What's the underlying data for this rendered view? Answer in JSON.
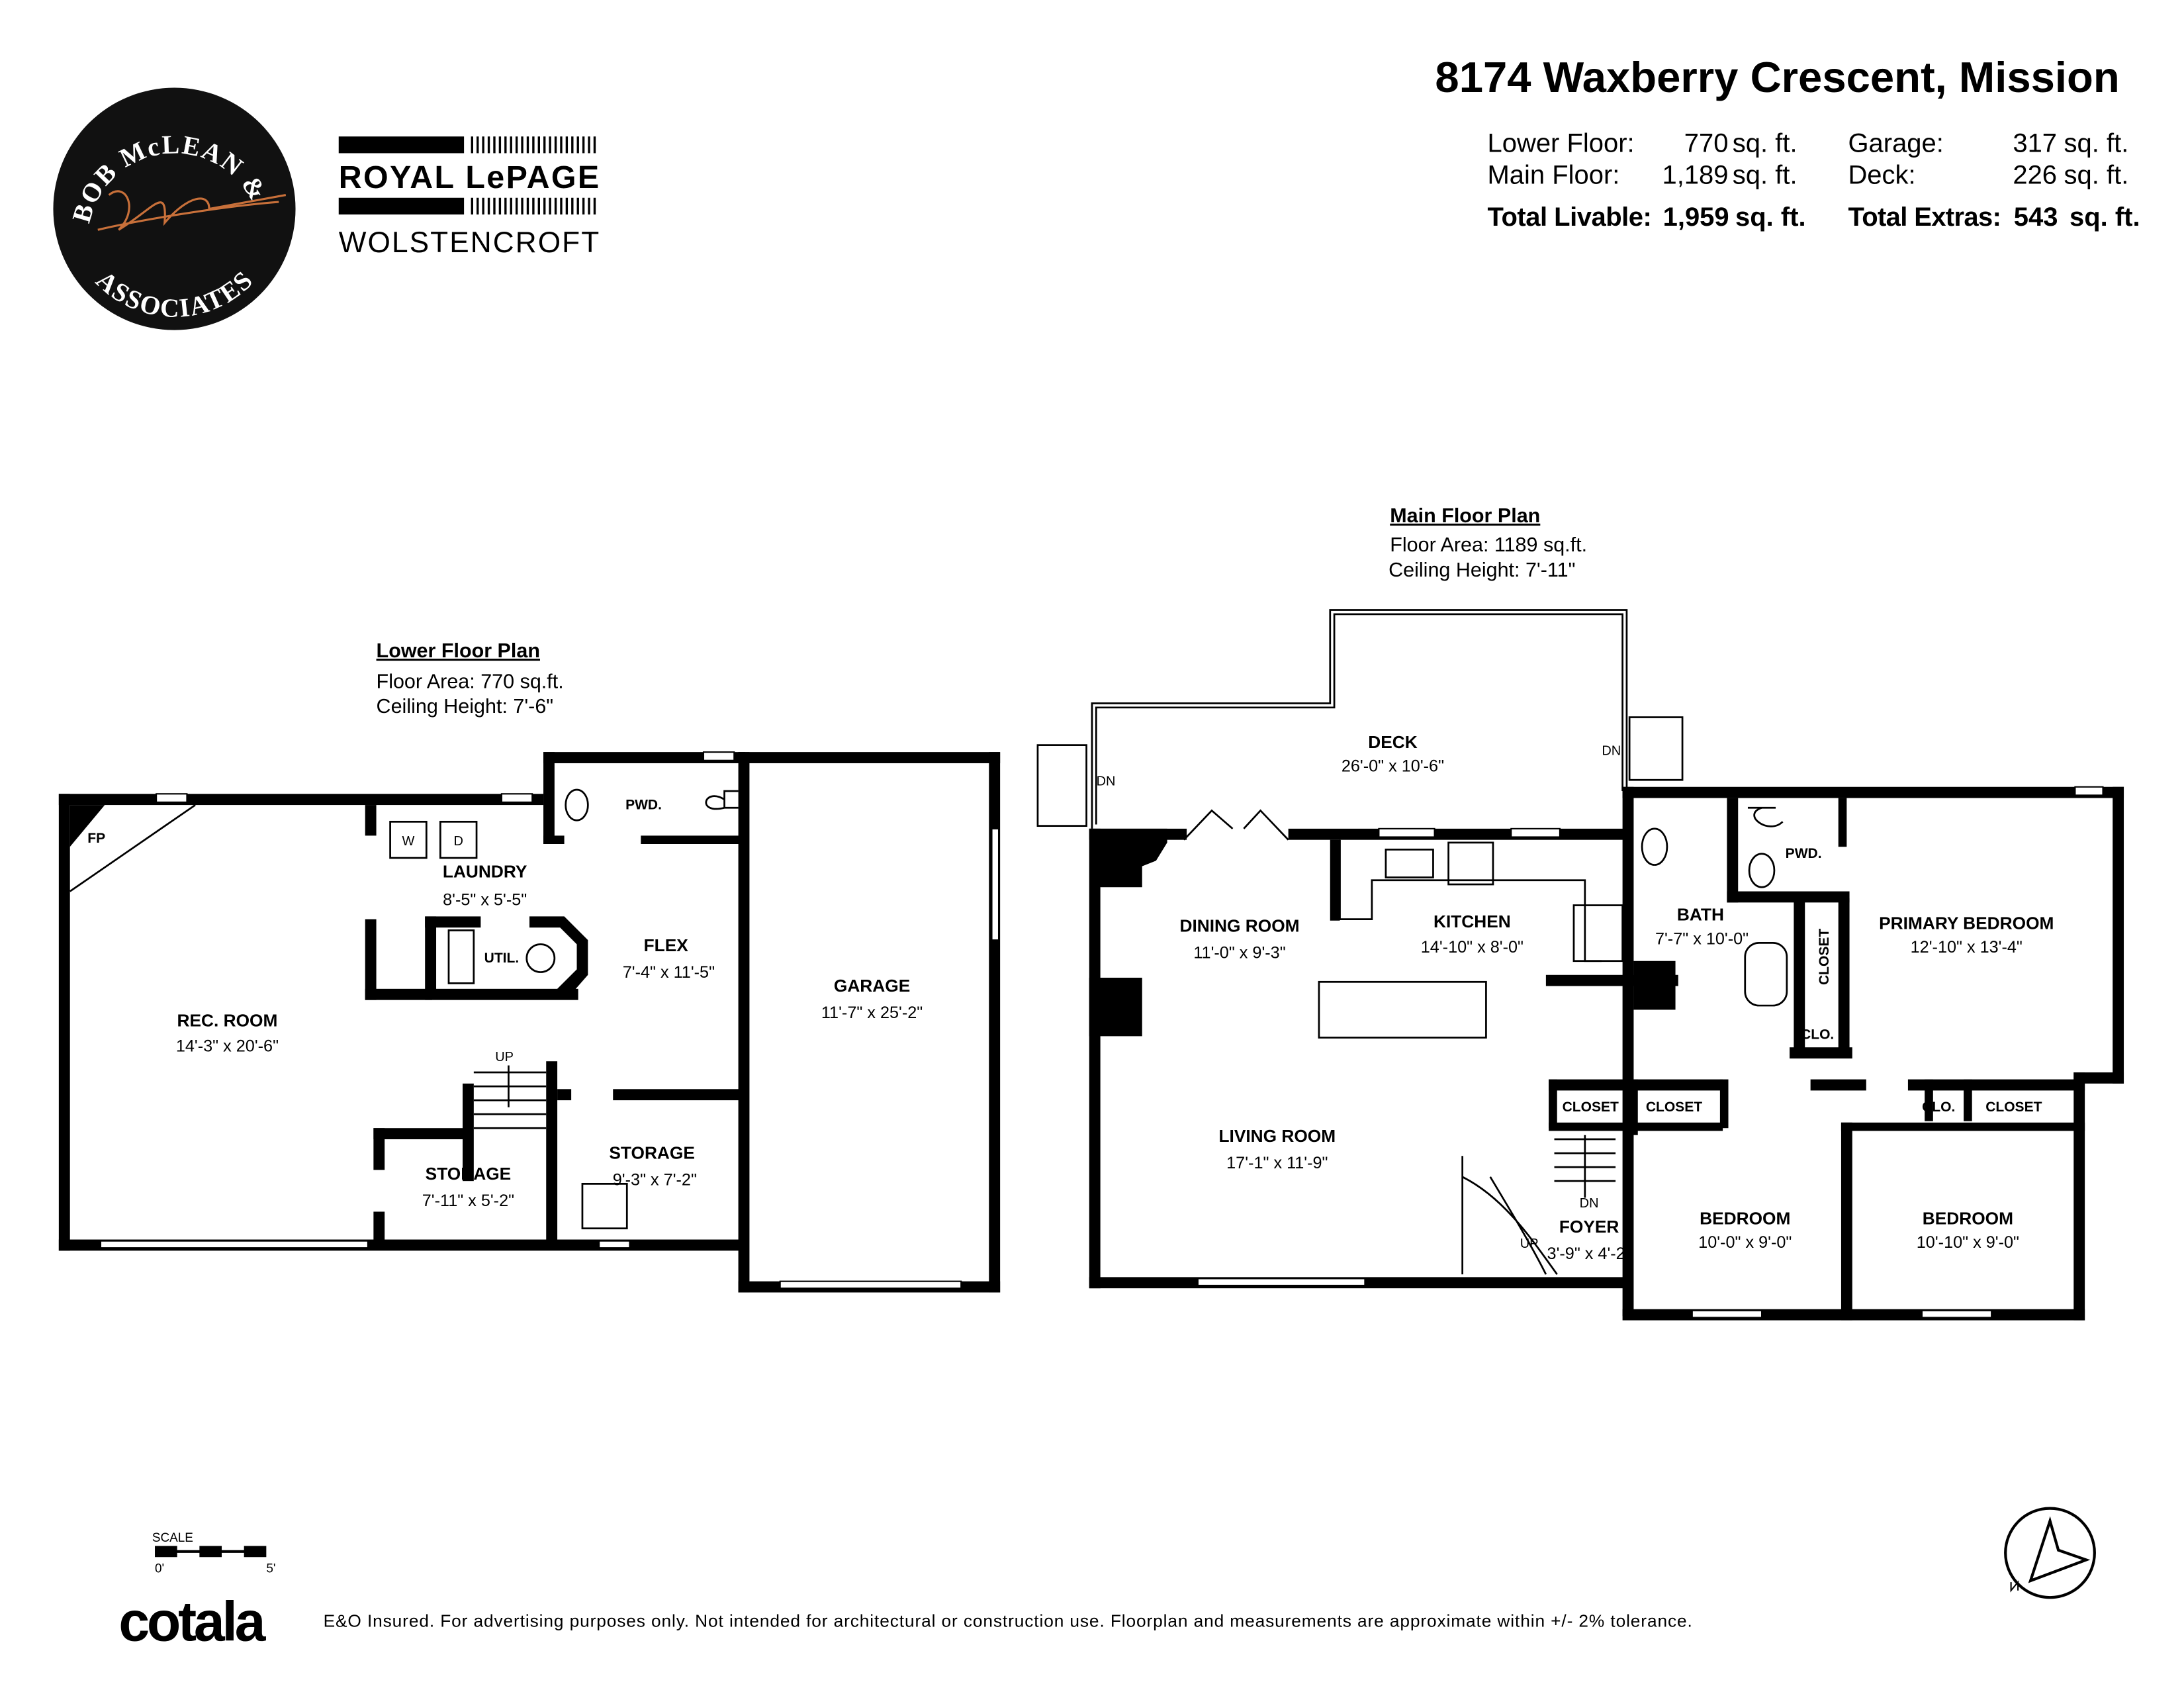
{
  "header": {
    "address": "8174 Waxberry Crescent, Mission"
  },
  "summary": {
    "lower_label": "Lower Floor:",
    "lower_value": "770",
    "main_label": "Main Floor:",
    "main_value": "1,189",
    "garage_label": "Garage:",
    "garage_value": "317",
    "deck_label": "Deck:",
    "deck_value": "226",
    "unit": "sq. ft.",
    "total_livable_label": "Total Livable:",
    "total_livable_value": "1,959",
    "total_extras_label": "Total Extras:",
    "total_extras_value": "543"
  },
  "branding": {
    "agent_logo_top": "BOB McLEAN &",
    "agent_logo_bottom": "ASSOCIATES",
    "brokerage_name": "ROYAL LePAGE",
    "brokerage_office": "WOLSTENCROFT",
    "cotala": "cotala",
    "disclaimer": "E&O Insured. For advertising purposes only. Not intended for architectural or construction use. Floorplan and measurements are approximate within +/- 2% tolerance."
  },
  "scale": {
    "label": "SCALE",
    "start": "0'",
    "end": "5'"
  },
  "lower_floor": {
    "title": "Lower Floor Plan",
    "area": "Floor Area: 770 sq.ft.",
    "ceiling": "Ceiling Height: 7'-6\"",
    "rooms": [
      {
        "name": "REC. ROOM",
        "dims": "14'-3\" x 20'-6\""
      },
      {
        "name": "LAUNDRY",
        "dims": "8'-5\" x 5'-5\""
      },
      {
        "name": "FLEX",
        "dims": "7'-4\" x 11'-5\""
      },
      {
        "name": "GARAGE",
        "dims": "11'-7\" x 25'-2\""
      },
      {
        "name": "STORAGE",
        "dims": "7'-11\" x 5'-2\""
      },
      {
        "name": "STORAGE",
        "dims": "9'-3\" x 7'-2\""
      }
    ],
    "labels": {
      "pwd": "PWD.",
      "util": "UTIL.",
      "fp": "FP",
      "washer": "W",
      "dryer": "D",
      "up": "UP"
    }
  },
  "main_floor": {
    "title": "Main Floor Plan",
    "area": "Floor Area: 1189 sq.ft.",
    "ceiling": "Ceiling Height: 7'-11\"",
    "rooms": [
      {
        "name": "DECK",
        "dims": "26'-0\" x 10'-6\""
      },
      {
        "name": "DINING ROOM",
        "dims": "11'-0\" x 9'-3\""
      },
      {
        "name": "KITCHEN",
        "dims": "14'-10\" x 8'-0\""
      },
      {
        "name": "BATH",
        "dims": "7'-7\" x 10'-0\""
      },
      {
        "name": "PRIMARY BEDROOM",
        "dims": "12'-10\" x 13'-4\""
      },
      {
        "name": "LIVING ROOM",
        "dims": "17'-1\" x 11'-9\""
      },
      {
        "name": "FOYER",
        "dims": "3'-9\" x 4'-2\""
      },
      {
        "name": "BEDROOM",
        "dims": "10'-0\" x 9'-0\""
      },
      {
        "name": "BEDROOM",
        "dims": "10'-10\" x 9'-0\""
      }
    ],
    "labels": {
      "pwd": "PWD.",
      "closet": "CLOSET",
      "clo": "CLO.",
      "dn": "DN",
      "up": "UP"
    }
  }
}
